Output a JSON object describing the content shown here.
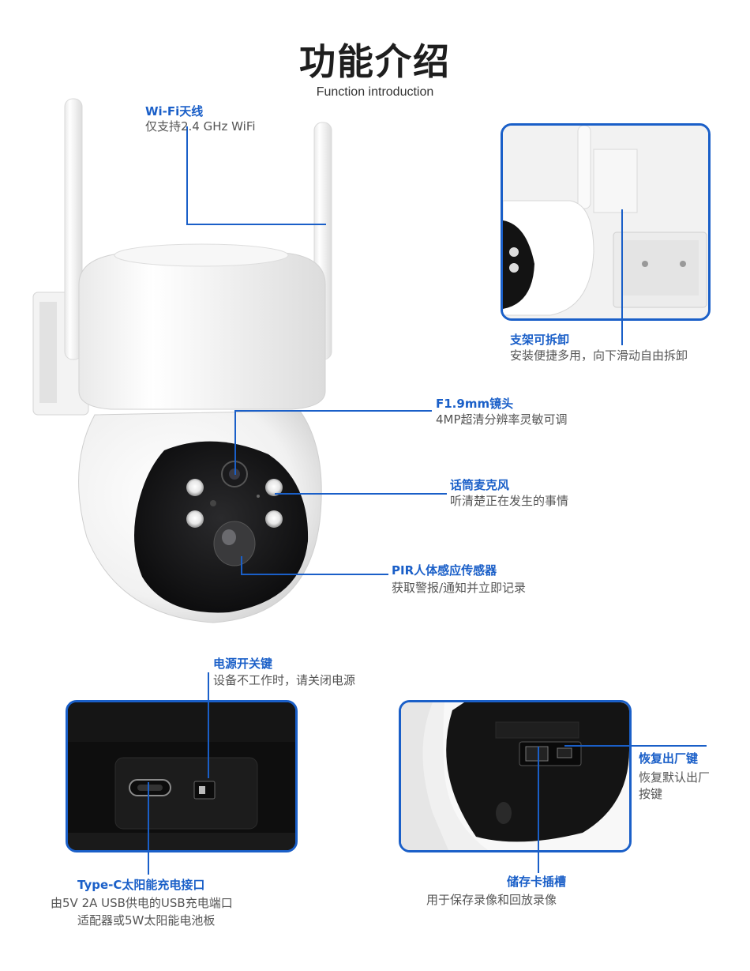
{
  "header": {
    "title": "功能介绍",
    "subtitle": "Function introduction"
  },
  "colors": {
    "accent": "#1a5fc8",
    "text_dark": "#1e1e1e",
    "text_gray": "#555555"
  },
  "features": {
    "wifi": {
      "title": "Wi-Fi天线",
      "desc": "仅支持2.4 GHz WiFi"
    },
    "bracket": {
      "title": "支架可拆卸",
      "desc": "安装便捷多用，向下滑动自由拆卸"
    },
    "lens": {
      "title": "F1.9mm镜头",
      "desc": "4MP超清分辨率灵敏可调"
    },
    "mic": {
      "title": "话筒麦克风",
      "desc": "听清楚正在发生的事情"
    },
    "pir": {
      "title": "PIR人体感应传感器",
      "desc": "获取警报/通知并立即记录"
    },
    "power": {
      "title": "电源开关键",
      "desc": "设备不工作时，请关闭电源"
    },
    "typec": {
      "title": "Type-C太阳能充电接口",
      "desc_line1": "由5V 2A USB供电的USB充电端口",
      "desc_line2": "适配器或5W太阳能电池板"
    },
    "reset": {
      "title": "恢复出厂键",
      "desc_line1": "恢复默认出厂",
      "desc_line2": "按键"
    },
    "sd": {
      "title": "储存卡插槽",
      "desc": "用于保存录像和回放录像"
    }
  },
  "icons": [
    "camera-illustration",
    "bracket-photo",
    "port-closeup",
    "slot-closeup"
  ]
}
